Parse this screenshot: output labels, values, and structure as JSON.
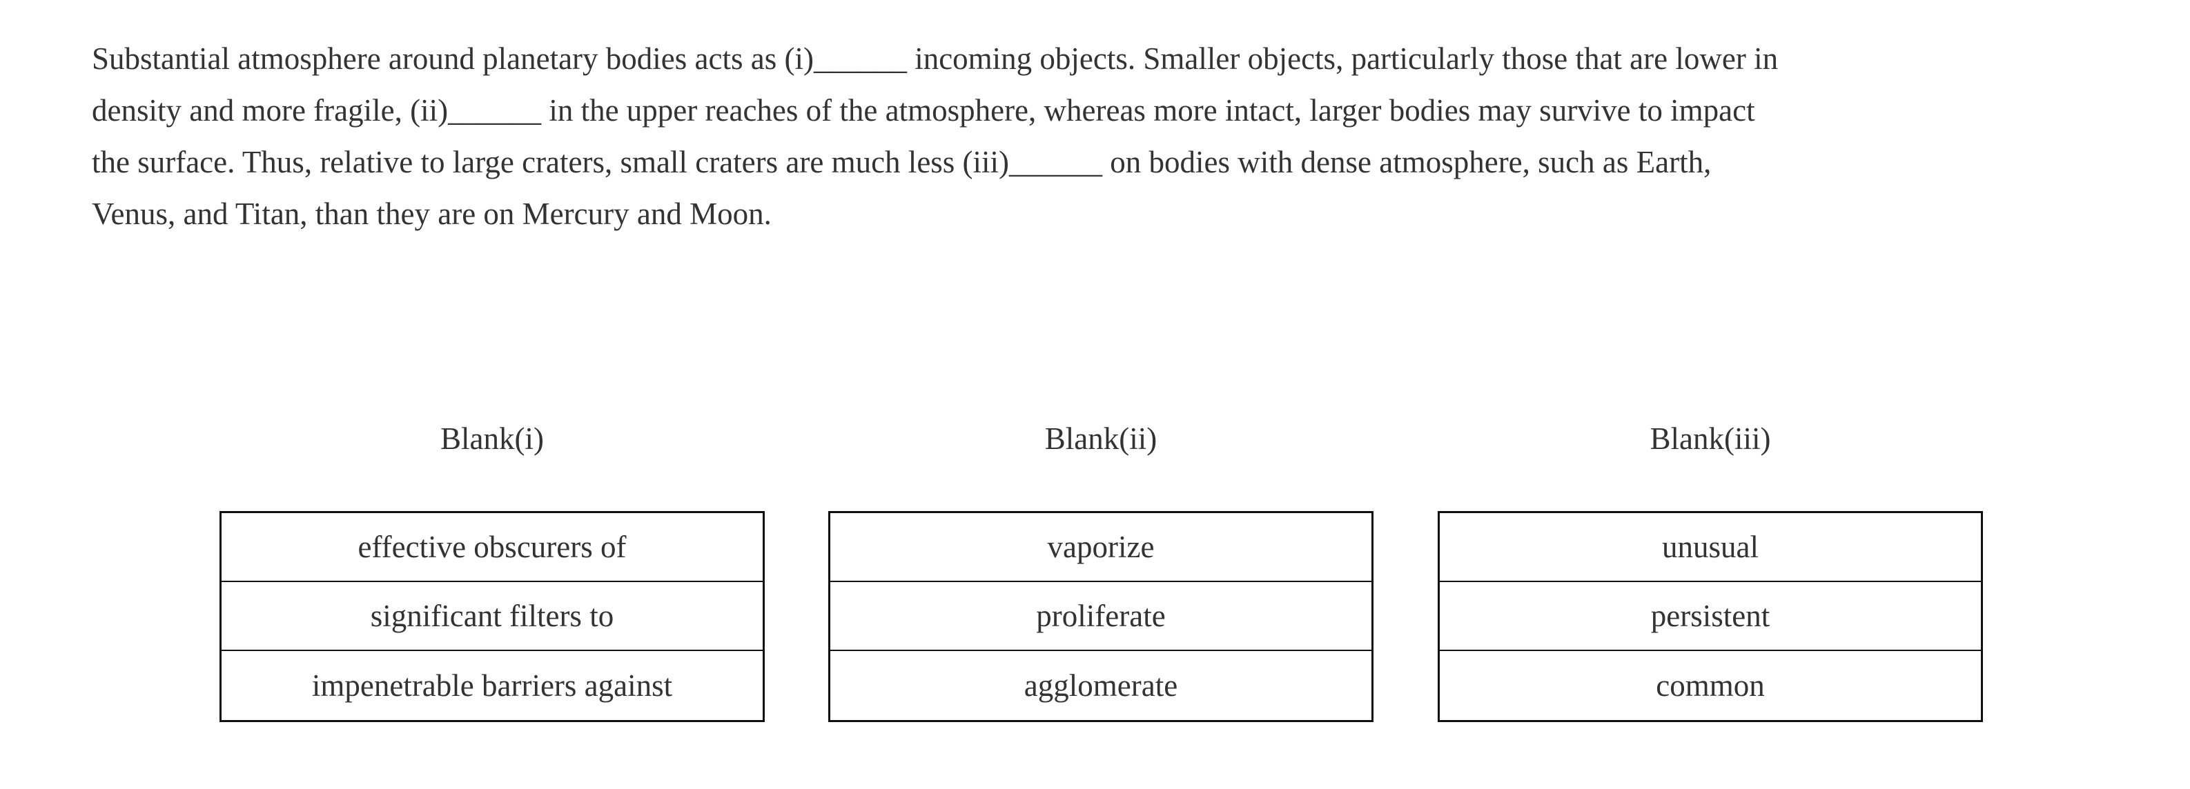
{
  "page": {
    "background": "#ffffff",
    "text_color": "#333333",
    "border_color": "#111111"
  },
  "passage": {
    "lines": [
      "Substantial atmosphere around planetary bodies acts as (i)______ incoming objects. Smaller objects, particularly those that are lower in",
      "density and more fragile, (ii)______ in the upper reaches of the atmosphere, whereas more intact, larger bodies may survive to impact",
      "the surface. Thus, relative to large craters, small craters are much less (iii)______ on bodies with dense atmosphere, such as Earth,",
      "Venus, and Titan, than they are on Mercury and Moon."
    ]
  },
  "columns": [
    {
      "header": "Blank(i)",
      "options": [
        "effective obscurers of",
        "significant filters to",
        "impenetrable barriers against"
      ]
    },
    {
      "header": "Blank(ii)",
      "options": [
        "vaporize",
        "proliferate",
        "agglomerate"
      ]
    },
    {
      "header": "Blank(iii)",
      "options": [
        "unusual",
        "persistent",
        "common"
      ]
    }
  ]
}
